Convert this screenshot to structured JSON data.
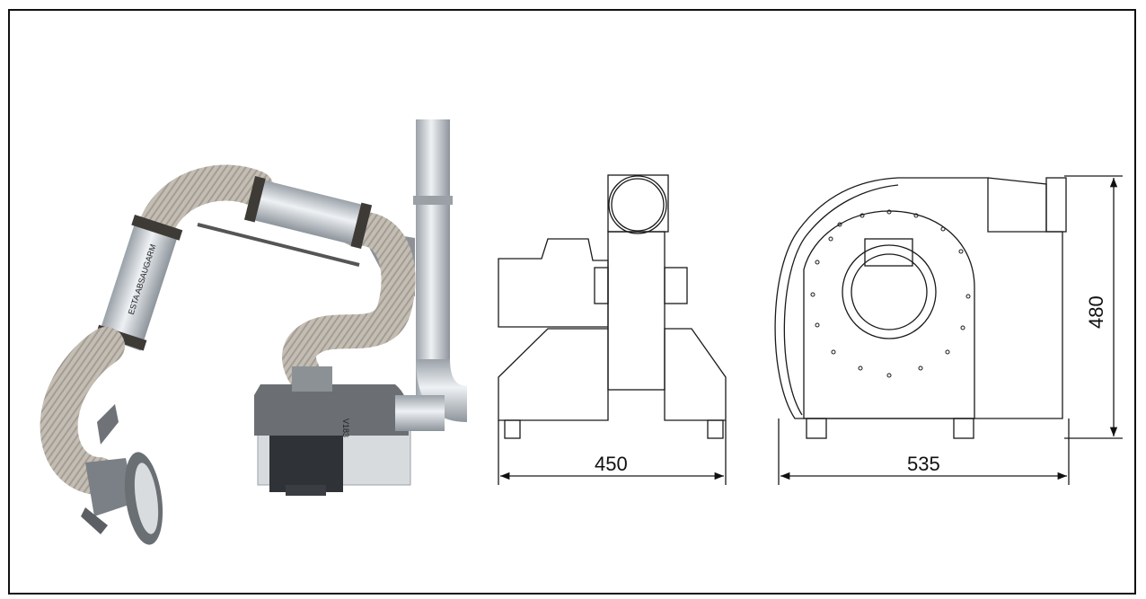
{
  "photo": {
    "brand_label": "ESTA ABSAUGARM",
    "fan_label": "V183"
  },
  "dimensions": {
    "front_width": "450",
    "side_width": "535",
    "height": "480"
  },
  "colors": {
    "hose": "#b9b3aa",
    "metal": "#c8cdd2",
    "fan_housing": "#6b6f73",
    "line": "#1a1a1a"
  }
}
